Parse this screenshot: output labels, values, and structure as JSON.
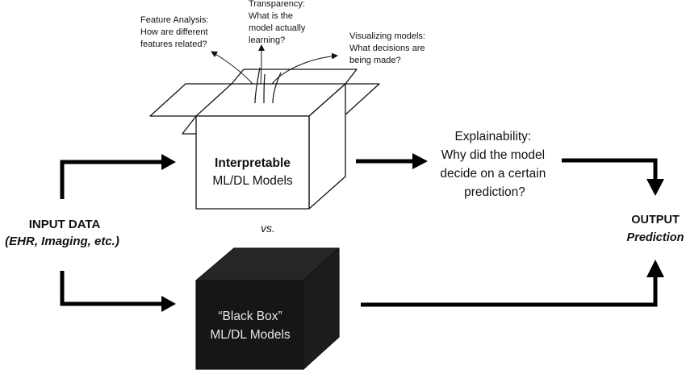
{
  "input": {
    "title": "INPUT DATA",
    "subtitle": "(EHR, Imaging, etc.)"
  },
  "output": {
    "title": "OUTPUT",
    "subtitle": "Prediction"
  },
  "interpretable_box": {
    "line1": "Interpretable",
    "line2": "ML/DL Models"
  },
  "black_box": {
    "line1": "“Black Box”",
    "line2": "ML/DL Models"
  },
  "versus": "vs.",
  "explainability": {
    "lines": [
      "Explainability:",
      "Why did the model",
      "decide on a certain",
      "prediction?"
    ]
  },
  "annotations": {
    "feature_analysis": [
      "Feature Analysis:",
      "How are different",
      "features related?"
    ],
    "transparency": [
      "Transparency:",
      "What is the",
      "model actually",
      "learning?"
    ],
    "visualizing": [
      "Visualizing models:",
      "What decisions are",
      "being made?"
    ]
  },
  "colors": {
    "ink": "#111111",
    "black_box_front": "#161616",
    "black_box_top": "#262626",
    "black_box_side": "#1d1d1d",
    "black_box_text": "#e6e6e6"
  }
}
